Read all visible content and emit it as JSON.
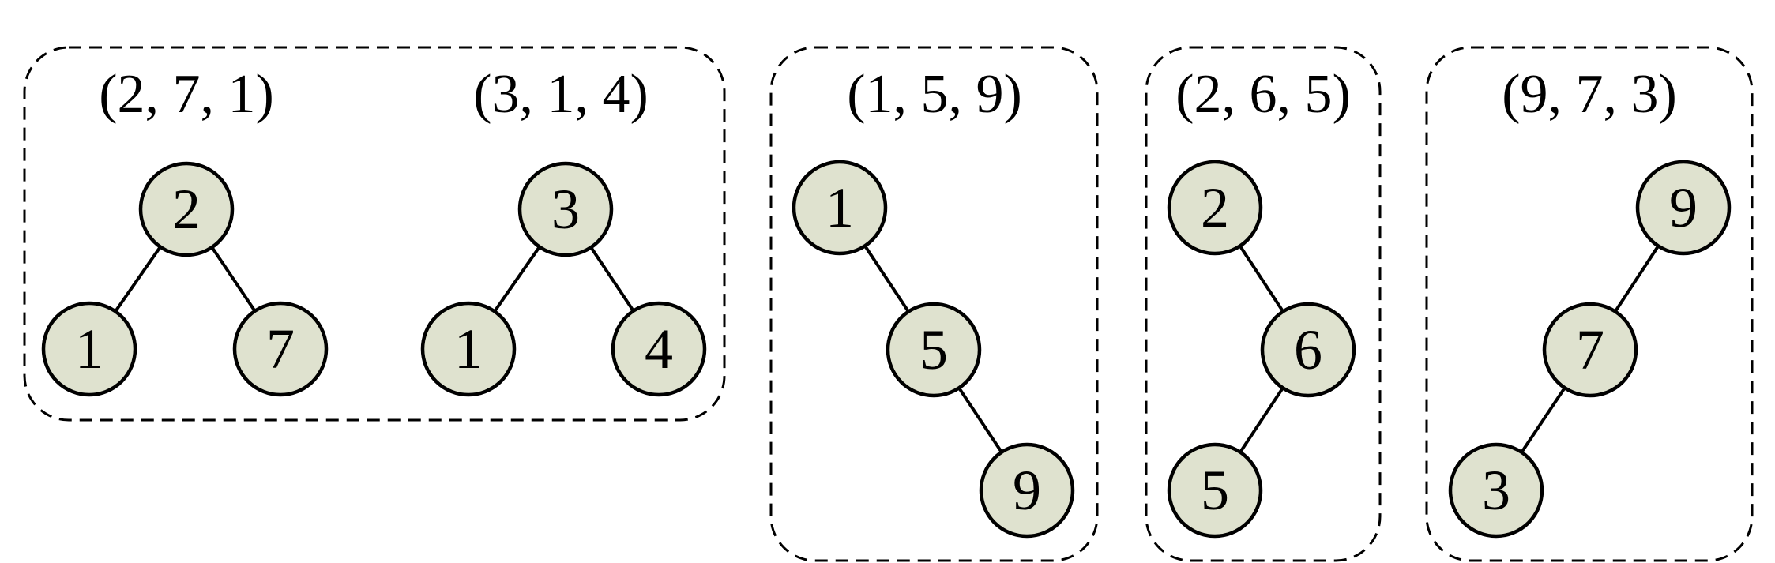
{
  "groups": [
    {
      "trees": [
        {
          "label": "(2, 7, 1)",
          "nodes": [
            "2",
            "1",
            "7"
          ]
        },
        {
          "label": "(3, 1, 4)",
          "nodes": [
            "3",
            "1",
            "4"
          ]
        }
      ]
    },
    {
      "trees": [
        {
          "label": "(1, 5, 9)",
          "nodes": [
            "1",
            "5",
            "9"
          ]
        }
      ]
    },
    {
      "trees": [
        {
          "label": "(2, 6, 5)",
          "nodes": [
            "2",
            "6",
            "5"
          ]
        }
      ]
    },
    {
      "trees": [
        {
          "label": "(9, 7, 3)",
          "nodes": [
            "9",
            "7",
            "3"
          ]
        }
      ]
    }
  ],
  "colors": {
    "node_fill": "#dfe2cf",
    "stroke": "#000000",
    "background": "#ffffff"
  }
}
